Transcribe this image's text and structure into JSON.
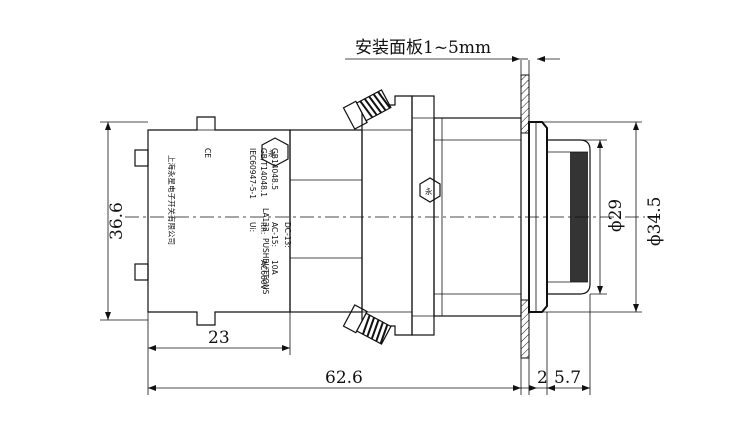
{
  "panel_note": "安装面板1~5mm",
  "dimensions": {
    "height_body": "36.6",
    "body_width": "23",
    "overall_length": "62.6",
    "bezel_thickness": "2",
    "head_length": "5.7",
    "head_diameter": "ϕ29",
    "bezel_diameter": "ϕ34.5"
  },
  "label_block_1": [
    "IEC60947-5-1",
    "GB/T14048.1",
    "GB14048.5"
  ],
  "label_block_1_mark": "CE",
  "label_block_2": [
    "LA133",
    "PUSHBUTTONS"
  ],
  "label_block_3": [
    "Ui:",
    "Ith:",
    "AC-15:",
    "DC-13:"
  ],
  "label_block_3_values": [
    "AC660V",
    "10A"
  ],
  "manufacturer": "上海永星电子开关有限公司"
}
